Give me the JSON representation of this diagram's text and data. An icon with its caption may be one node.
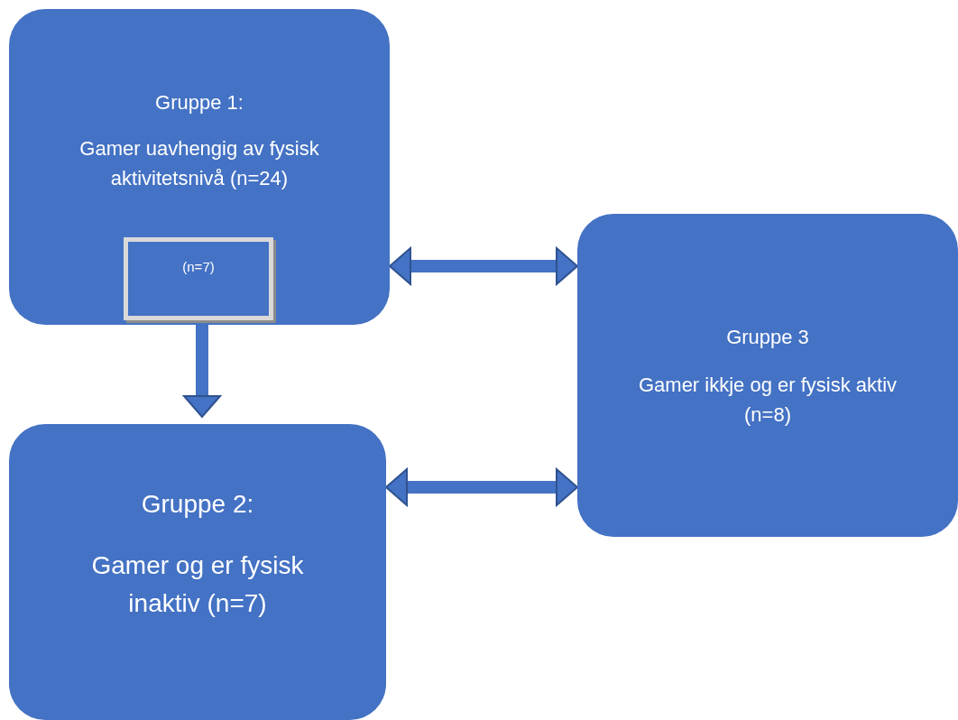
{
  "diagram": {
    "nodes": [
      {
        "text": [
          "Gruppe 1:",
          "Gamer uavhengig av fysisk aktivitetsnivå (n=24)"
        ]
      },
      {
        "text": [
          "(n=7)"
        ],
        "in": 0
      },
      {
        "text": [
          "Gruppe 2:",
          "Gamer og er fysisk inaktiv (n=7)"
        ]
      },
      {
        "text": [
          "Gruppe 3",
          "Gamer ikkje og er fysisk aktiv (n=8)"
        ]
      }
    ],
    "edges": [
      {
        "from": 1,
        "to": 2,
        "arrow": "to"
      },
      {
        "from": 0,
        "to": 3,
        "arrow": "both"
      },
      {
        "from": 2,
        "to": 3,
        "arrow": "both"
      }
    ]
  }
}
